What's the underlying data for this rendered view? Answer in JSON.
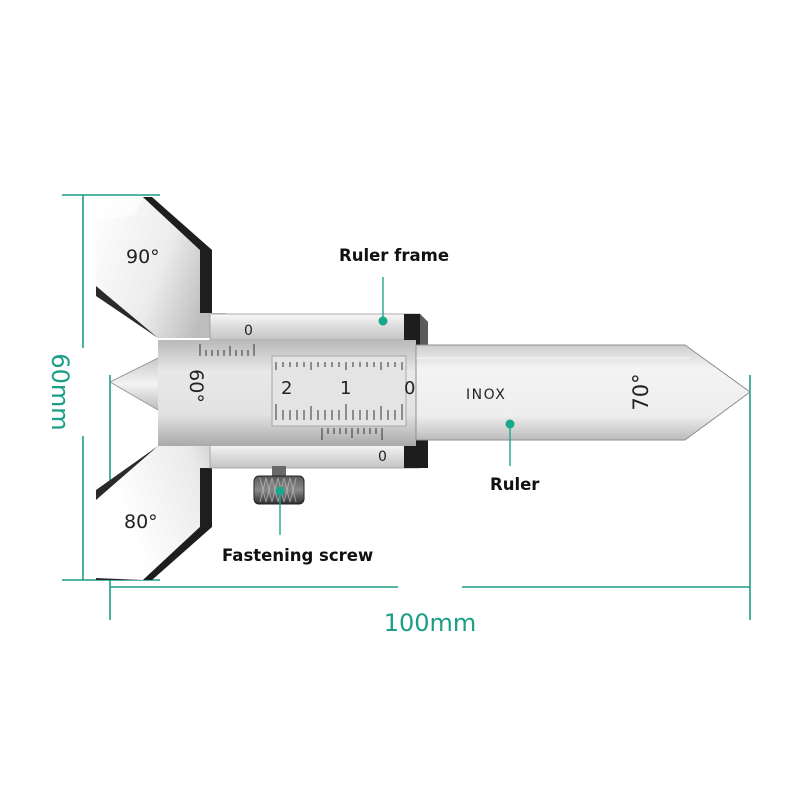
{
  "colors": {
    "dimension": "#1a9e86",
    "callout_dot": "#1aa88c",
    "steel_light": "#f2f2f2",
    "steel_mid": "#cfcfcf",
    "steel_dark": "#8f8f8f",
    "edge_black": "#1e1e1e"
  },
  "dimensions": {
    "height": "60mm",
    "width": "100mm"
  },
  "callouts": {
    "ruler_frame": "Ruler frame",
    "ruler": "Ruler",
    "fastening_screw": "Fastening screw"
  },
  "engravings": {
    "angle_top": "90°",
    "angle_bottom": "80°",
    "angle_left": "60°",
    "angle_right": "70°",
    "brand": "INOX",
    "upper_scale_zero": "0",
    "lower_scale_zero": "0",
    "center_scale": [
      "2",
      "1",
      "0"
    ]
  }
}
